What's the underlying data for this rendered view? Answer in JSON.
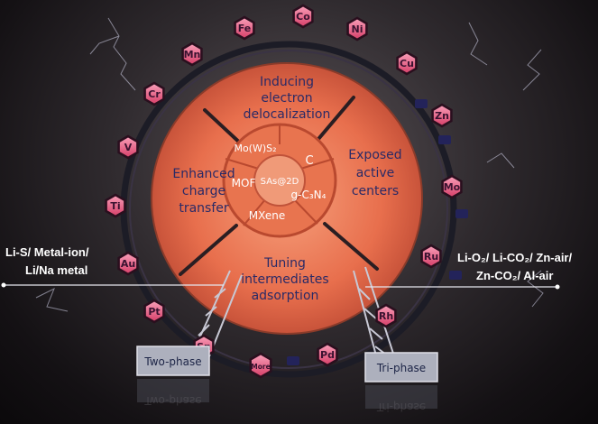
{
  "center": {
    "label": "SAs@2D"
  },
  "inner_ring": [
    "Mo(W)S₂",
    "C",
    "g-C₃N₄",
    "MXene",
    "MOF"
  ],
  "segments": {
    "top": [
      "Inducing",
      "electron",
      "delocalization"
    ],
    "right": [
      "Exposed",
      "active",
      "centers"
    ],
    "bottom": [
      "Tuning",
      "intermediates",
      "adsorption"
    ],
    "left": [
      "Enhanced",
      "charge",
      "transfer"
    ]
  },
  "elements": [
    "Co",
    "Ni",
    "Cu",
    "Zn",
    "Mo",
    "Ru",
    "Rh",
    "Pd",
    "More",
    "Sn",
    "Pt",
    "Au",
    "Ti",
    "V",
    "Cr",
    "Mn",
    "Fe"
  ],
  "left_label": [
    "Li-S/ Metal-ion/",
    "Li/Na metal"
  ],
  "right_label": [
    "Li-O₂/ Li-CO₂/ Zn-air/",
    "Zn-CO₂/ Al-air"
  ],
  "bases": {
    "left": "Two-phase",
    "right": "Tri-phase"
  },
  "colors": {
    "segment": "#e3714f",
    "hex": "#d9466e",
    "hex_light": "#f58aa7",
    "text_blue": "#2a2a66"
  }
}
